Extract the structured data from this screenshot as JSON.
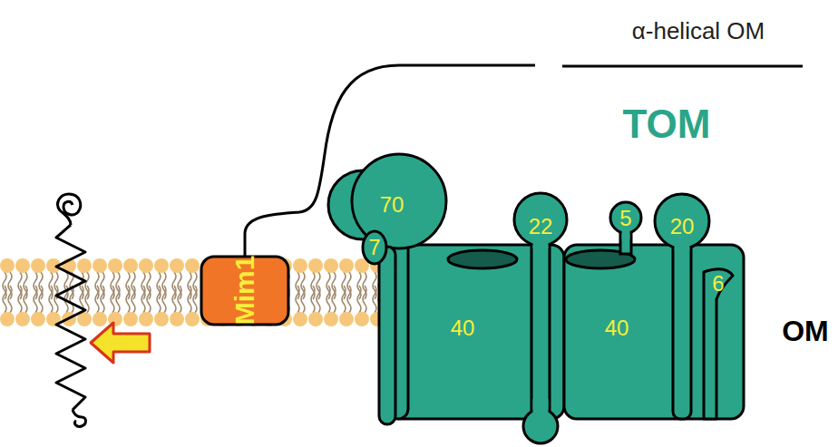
{
  "diagram": {
    "nodes": [
      {
        "text": [
          "Mim1"
        ]
      },
      {
        "text": [
          "70"
        ]
      },
      {
        "text": [
          "7"
        ]
      },
      {
        "text": [
          "40"
        ]
      },
      {
        "text": [
          "22"
        ]
      },
      {
        "text": [
          "40"
        ]
      },
      {
        "text": [
          "5"
        ]
      },
      {
        "text": [
          "20"
        ]
      },
      {
        "text": [
          "6"
        ]
      }
    ],
    "labels": [
      "α-helical OM",
      "TOM",
      "OM"
    ]
  }
}
